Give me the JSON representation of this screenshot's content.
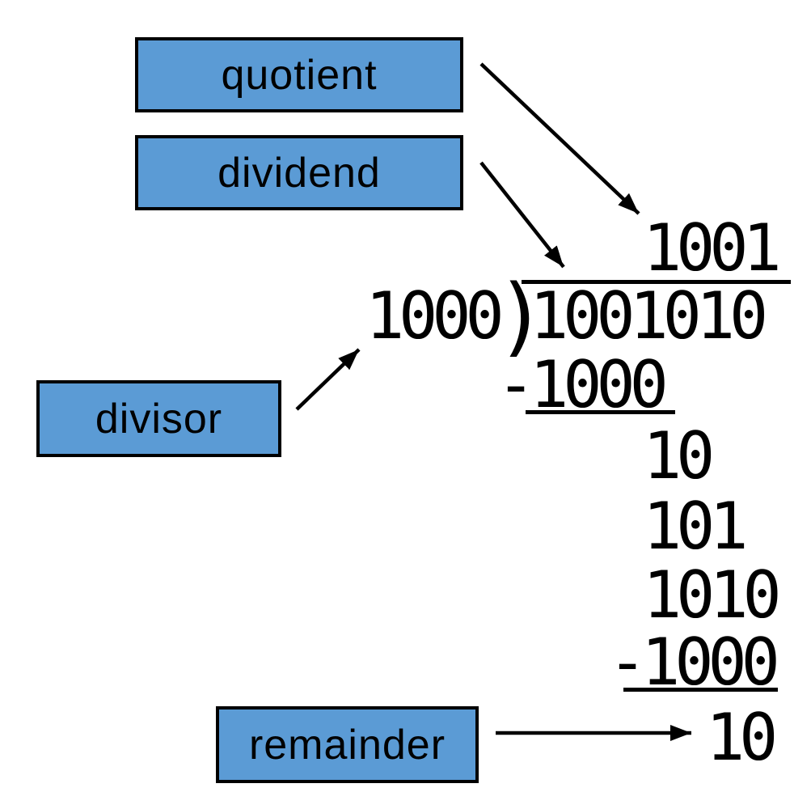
{
  "title": "Binary long division diagram",
  "colors": {
    "box_fill": "#5b9bd5",
    "box_border": "#000000",
    "text": "#000000",
    "background": "#ffffff"
  },
  "labels": {
    "quotient": "quotient",
    "dividend": "dividend",
    "divisor": "divisor",
    "remainder": "remainder"
  },
  "division": {
    "quotient": "1001",
    "divisor": "1000",
    "bracket": ")",
    "dividend": "1001010",
    "work_rows": [
      "-1000",
      "10",
      "101",
      "1010",
      "-1000"
    ],
    "remainder": "10"
  }
}
